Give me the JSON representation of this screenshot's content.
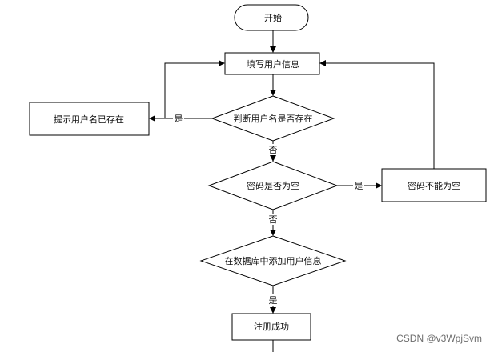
{
  "nodes": {
    "start": "开始",
    "fill_info": "填写用户信息",
    "check_username": "判断用户名是否存在",
    "prompt_exists": "提示用户名已存在",
    "password_empty": "密码是否为空",
    "password_not_empty": "密码不能为空",
    "add_to_db": "在数据库中添加用户信息",
    "register_success": "注册成功"
  },
  "edges": {
    "exists_yes": "是",
    "exists_no": "否",
    "pwd_yes": "是",
    "pwd_no": "否",
    "db_yes": "是"
  },
  "watermark": "CSDN @v3WpjSvm"
}
